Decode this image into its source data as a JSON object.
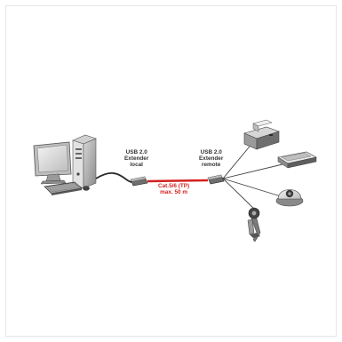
{
  "colors": {
    "cable_red": "#d52020",
    "cable_dark": "#2a2a2a",
    "device_grey": "#a7a7a7",
    "label_text": "#333333"
  },
  "labels": {
    "local": {
      "line1": "USB 2.0",
      "line2": "Extender",
      "line3": "local"
    },
    "remote": {
      "line1": "USB 2.0",
      "line2": "Extender",
      "line3": "remote"
    },
    "cable": {
      "line1": "Cat.5/6 (TP)",
      "line2": "max. 50 m"
    }
  },
  "devices": [
    "computer-tower",
    "monitor",
    "keyboard",
    "mouse",
    "printer",
    "scanner",
    "webcam-dome",
    "webcam"
  ]
}
